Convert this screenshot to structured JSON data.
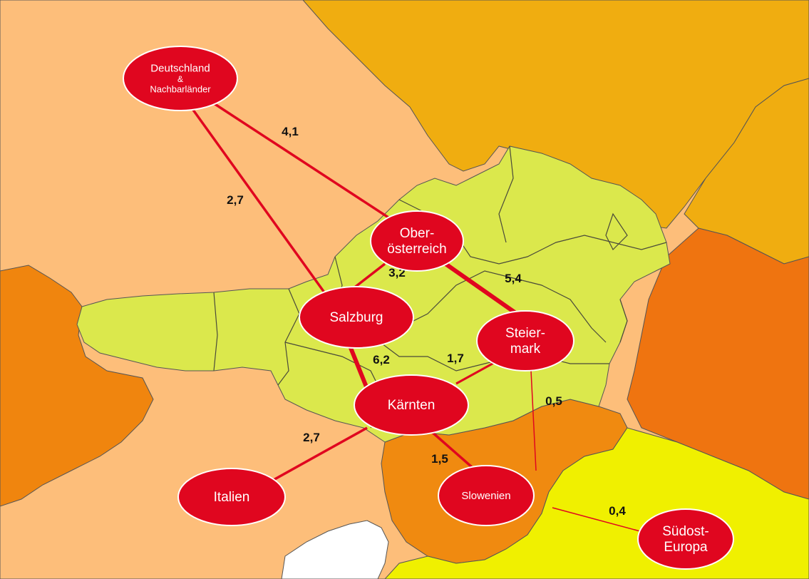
{
  "colors": {
    "background_region": "#fdbe7a",
    "central_europe": "#f0ad10",
    "eastern_region": "#ef7410",
    "west_region": "#f0850e",
    "slovenia_region": "#f08a10",
    "balkans_region": "#f0f000",
    "austria": "#dbe84c",
    "node_fill": "#e0061f",
    "flow_line": "#e0061f",
    "sea": "#ffffff"
  },
  "nodes": [
    {
      "id": "deutschland",
      "name": "Deutschland & Nachbarländer",
      "lines": [
        "Deutschland",
        "&",
        "Nachbarländer"
      ]
    },
    {
      "id": "oberoesterreich",
      "name": "Ober-österreich",
      "lines": [
        "Ober-",
        "österreich"
      ]
    },
    {
      "id": "salzburg",
      "name": "Salzburg",
      "lines": [
        "Salzburg"
      ]
    },
    {
      "id": "steiermark",
      "name": "Steier-mark",
      "lines": [
        "Steier-",
        "mark"
      ]
    },
    {
      "id": "kaernten",
      "name": "Kärnten",
      "lines": [
        "Kärnten"
      ]
    },
    {
      "id": "italien",
      "name": "Italien",
      "lines": [
        "Italien"
      ]
    },
    {
      "id": "slowenien",
      "name": "Slowenien",
      "lines": [
        "Slowenien"
      ]
    },
    {
      "id": "suedost",
      "name": "Südost-Europa",
      "lines": [
        "Südost-",
        "Europa"
      ]
    }
  ],
  "flows": [
    {
      "from": "deutschland",
      "to": "oberoesterreich",
      "value": "4,1"
    },
    {
      "from": "deutschland",
      "to": "salzburg",
      "value": "2,7"
    },
    {
      "from": "oberoesterreich",
      "to": "salzburg",
      "value": "3,2"
    },
    {
      "from": "oberoesterreich",
      "to": "steiermark",
      "value": "5,4"
    },
    {
      "from": "salzburg",
      "to": "kaernten",
      "value": "6,2"
    },
    {
      "from": "kaernten",
      "to": "steiermark",
      "value": "1,7"
    },
    {
      "from": "steiermark",
      "to": "slowenien",
      "value": "0,5"
    },
    {
      "from": "kaernten",
      "to": "italien",
      "value": "2,7"
    },
    {
      "from": "kaernten",
      "to": "slowenien",
      "value": "1,5"
    },
    {
      "from": "slowenien",
      "to": "suedost",
      "value": "0,4"
    }
  ]
}
